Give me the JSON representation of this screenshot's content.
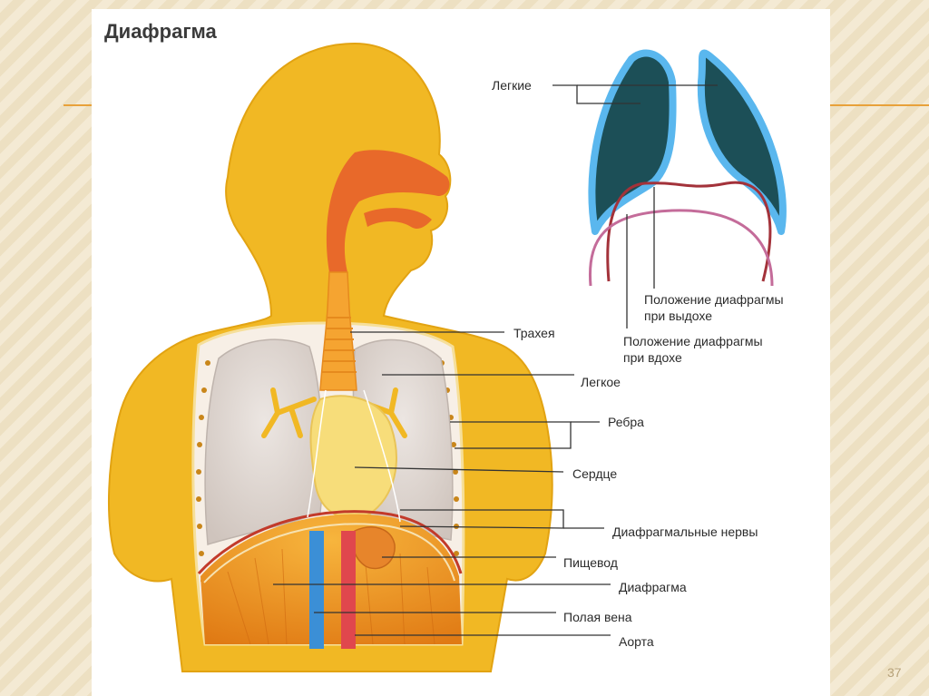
{
  "title": "Диафрагма",
  "labels": {
    "lungs_small": "Легкие",
    "exhale_1": "Положение диафрагмы",
    "exhale_2": "при выдохе",
    "inhale_1": "Положение диафрагмы",
    "inhale_2": "при вдохе",
    "trachea": "Трахея",
    "lung": "Легкое",
    "ribs": "Ребра",
    "heart": "Сердце",
    "phrenic_nerves": "Диафрагмальные нервы",
    "esophagus": "Пищевод",
    "diaphragm": "Диафрагма",
    "vena_cava": "Полая вена",
    "aorta": "Аорта"
  },
  "page_number": "37",
  "colors": {
    "body": "#f1b824",
    "airway": "#e8692a",
    "lung": "#ddd5cf",
    "heart": "#f7dd7a",
    "diaphragm_muscle": "#ea8d1e",
    "vena_cava": "#3b8fd6",
    "aorta": "#e0474d",
    "small_lung_fill": "#1c4f57",
    "small_lung_outline": "#5ab7ee",
    "exhale_line": "#a3323a",
    "inhale_line": "#c46c9a",
    "accent_line": "#e8a13a"
  }
}
